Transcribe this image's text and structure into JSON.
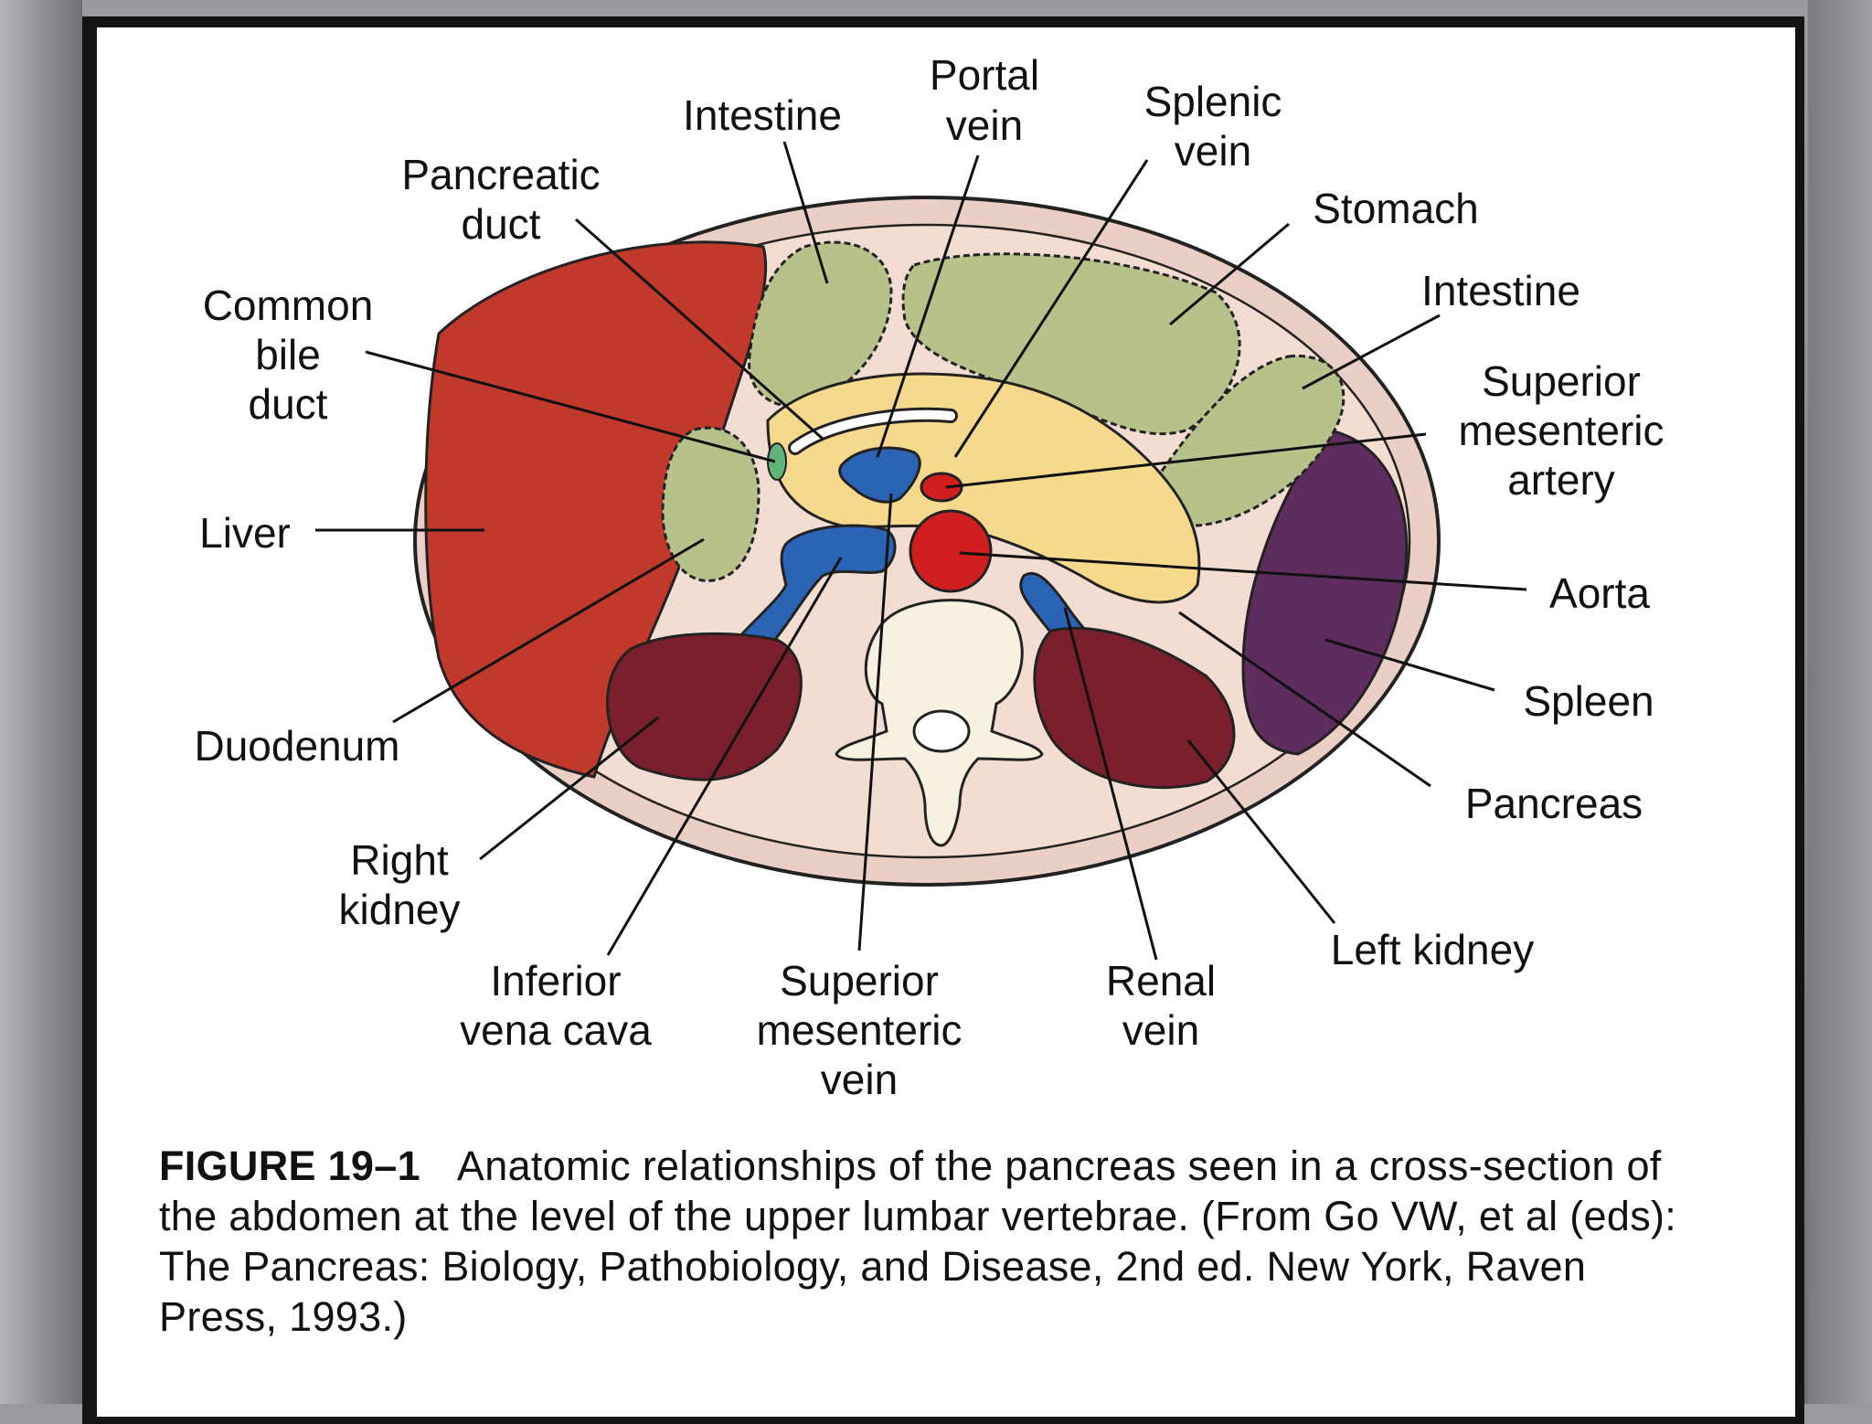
{
  "labels": {
    "intestine_top": "Intestine",
    "portal_vein": [
      "Portal",
      "vein"
    ],
    "splenic_vein": [
      "Splenic",
      "vein"
    ],
    "pancreatic_duct": [
      "Pancreatic",
      "duct"
    ],
    "stomach": "Stomach",
    "common_bile_duct": [
      "Common",
      "bile",
      "duct"
    ],
    "intestine_right": "Intestine",
    "superior_mesenteric_artery": [
      "Superior",
      "mesenteric",
      "artery"
    ],
    "liver": "Liver",
    "aorta": "Aorta",
    "spleen": "Spleen",
    "duodenum": "Duodenum",
    "pancreas": "Pancreas",
    "right_kidney": [
      "Right",
      "kidney"
    ],
    "left_kidney": "Left kidney",
    "inferior_vena_cava": [
      "Inferior",
      "vena cava"
    ],
    "superior_mesenteric_vein": [
      "Superior",
      "mesenteric",
      "vein"
    ],
    "renal_vein": [
      "Renal",
      "vein"
    ]
  },
  "caption": {
    "figure_number": "FIGURE 19–1",
    "text": "Anatomic relationships of the pancreas seen in a cross-section of the abdomen at the level of the upper lumbar vertebrae. (From Go VW, et al (eds): The Pancreas: Biology, Pathobiology, and Disease, 2nd ed. New York, Raven Press, 1993.)"
  },
  "colors": {
    "liver": "#c0392b",
    "intestine": "#b6c28a",
    "pancreas": "#f6d98c",
    "vein": "#2b63b5",
    "artery": "#d11f1f",
    "kidney": "#7a1f2e",
    "spleen": "#5e2d5e",
    "body_wall": "#f3dcd2",
    "bile_duct": "#5fb47a"
  }
}
